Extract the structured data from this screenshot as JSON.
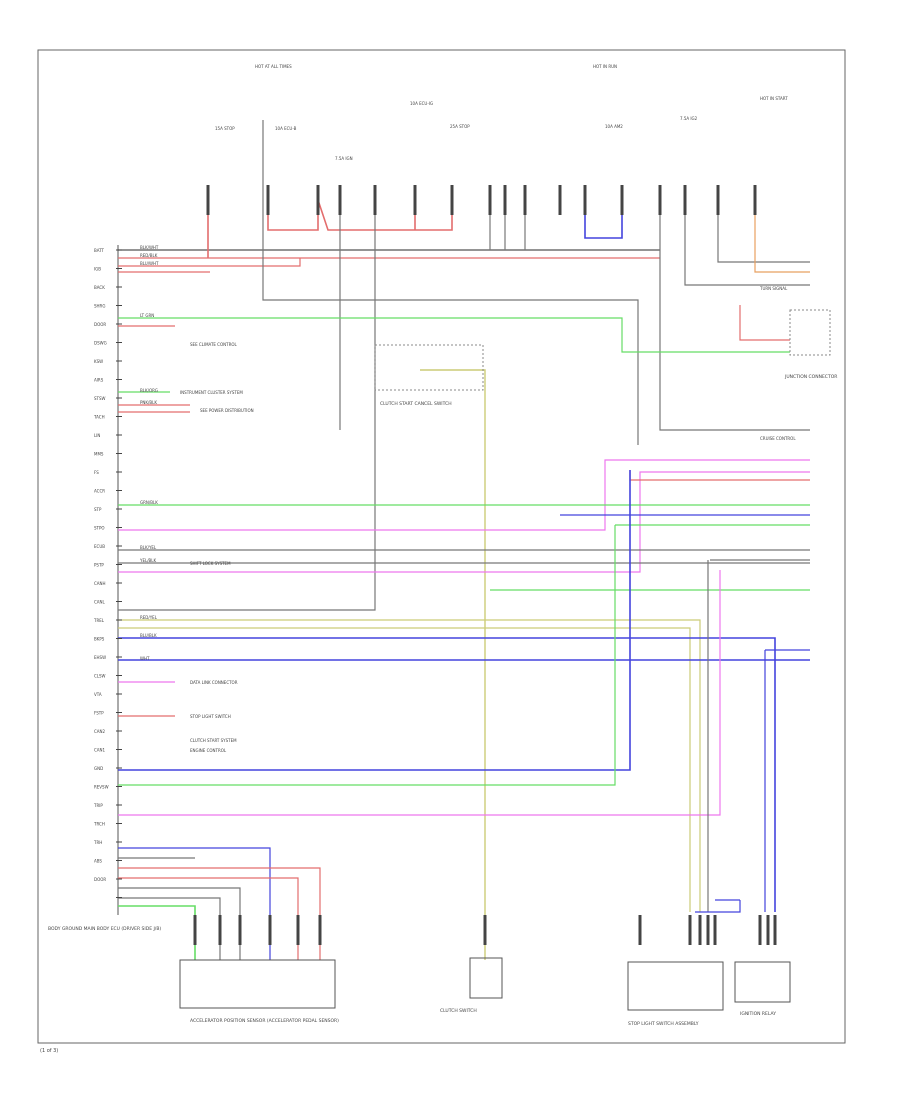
{
  "diagram": {
    "left_labels": [
      "BATT",
      "IGB",
      "BACK",
      "SHRG",
      "DOOR",
      "DSWG",
      "KSW",
      "AIRS",
      "STSW",
      "TACH",
      "LIN",
      "MMS",
      "FS",
      "ACCR",
      "STP",
      "STPO",
      "ECUB",
      "PSTP",
      "CANH",
      "CANL",
      "TREL",
      "BKPS",
      "EHSW",
      "CLSW",
      "VTA",
      "FSTP",
      "CAN2",
      "CAN1",
      "GND",
      "REVSW",
      "TRIP",
      "TRCH",
      "TRH",
      "ABS",
      "DOOR"
    ],
    "wire_colors": {
      "black": "#555555",
      "red": "#e36d6d",
      "green": "#66dd66",
      "blue": "#4444dd",
      "pink": "#ee77ee",
      "yellow": "#cccc77",
      "gray": "#999999",
      "orange": "#e8a060"
    },
    "wire_labels": [
      "BLK/WHT",
      "RED/BLK",
      "BLU/WHT",
      "LT GRN",
      "BLK/ORG",
      "PNK/BLK",
      "GRN/BLK",
      "BLK/YEL",
      "YEL/BLK",
      "RED/YEL",
      "BLU/BLK",
      "WHT"
    ],
    "notes": [
      "SEE CLIMATE CONTROL",
      "INSTRUMENT CLUSTER SYSTEM",
      "SEE POWER DISTRIBUTION",
      "SHIFT LOCK SYSTEM",
      "DATA LINK CONNECTOR",
      "STOP LIGHT SWITCH",
      "CLUTCH START SYSTEM",
      "ENGINE CONTROL",
      "TURN SIGNAL",
      "CRUISE CONTROL"
    ],
    "components": {
      "main_ecu": "BODY GROUND MAIN BODY ECU (DRIVER SIDE J/B)",
      "accel_sensor": "ACCELERATOR POSITION SENSOR (ACCELERATOR PEDAL SENSOR)",
      "clutch_switch": "CLUTCH START CANCEL SWITCH",
      "clutch_sensor": "CLUTCH SWITCH",
      "steering_sensor": "STOP LIGHT SWITCH ASSEMBLY",
      "relay": "IGNITION RELAY",
      "connector": "JUNCTION CONNECTOR",
      "fuse_block": "HOT AT ALL TIMES"
    },
    "fuse_labels": [
      "HOT AT ALL TIMES",
      "HOT IN RUN",
      "15A STOP",
      "10A ECU-B",
      "7.5A IGN",
      "10A ECU-IG",
      "25A STOP",
      "10A AM2",
      "7.5A IG2",
      "HOT IN START"
    ],
    "footer": "(1 of 3)"
  }
}
